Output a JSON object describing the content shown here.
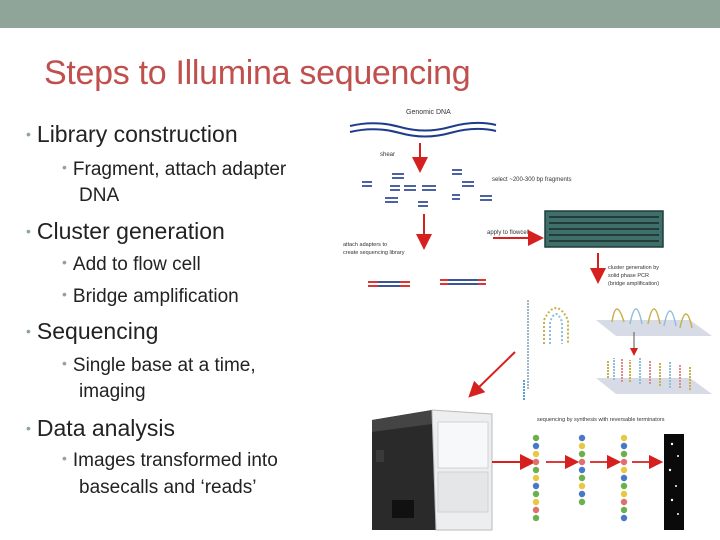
{
  "slide": {
    "title": "Steps to Illumina sequencing",
    "bullets": {
      "library": "Library construction",
      "fragment_line1": "Fragment, attach adapter",
      "fragment_line2": "DNA",
      "cluster": "Cluster generation",
      "flowcell": "Add to flow cell",
      "bridge": "Bridge amplification",
      "sequencing": "Sequencing",
      "single_line1": "Single base at a time,",
      "single_line2": "imaging",
      "analysis": "Data analysis",
      "images_line1": "Images transformed into",
      "images_line2": "basecalls and ‘reads’"
    }
  },
  "figure": {
    "genomic_dna": "Genomic DNA",
    "shear": "shear",
    "select": "select ~200-300 bp fragments",
    "attach_line1": "attach adapters to",
    "attach_line2": "create sequencing library",
    "apply": "apply to flowcell",
    "cluster_line1": "cluster generation by",
    "cluster_line2": "solid phase PCR",
    "cluster_line3": "(bridge amplification)",
    "sbs": "sequencing by synthesis with reversable terminators"
  },
  "colors": {
    "title": "#c0504d",
    "accent": "#8fa59a",
    "arrow": "#d62020",
    "strand_blue": "#1f3b8c"
  }
}
